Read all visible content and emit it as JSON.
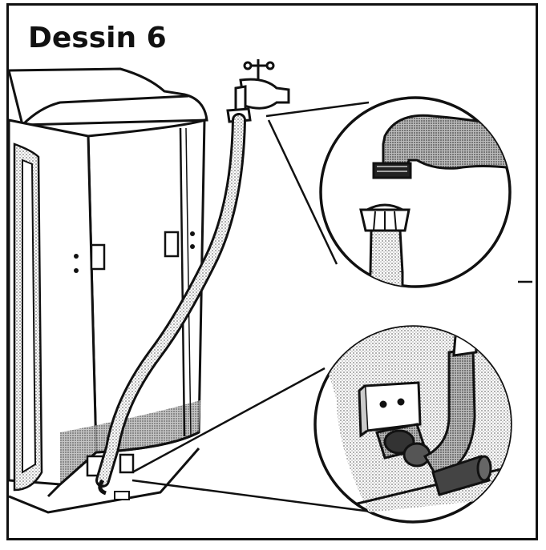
{
  "figure": {
    "title": "Dessin 6",
    "colors": {
      "line": "#111111",
      "hatch": "#8a8a8a",
      "background": "#ffffff"
    },
    "parts": [
      "washing-machine",
      "water-tap",
      "inlet-hose",
      "tap-connection-detail",
      "machine-inlet-detail"
    ]
  }
}
